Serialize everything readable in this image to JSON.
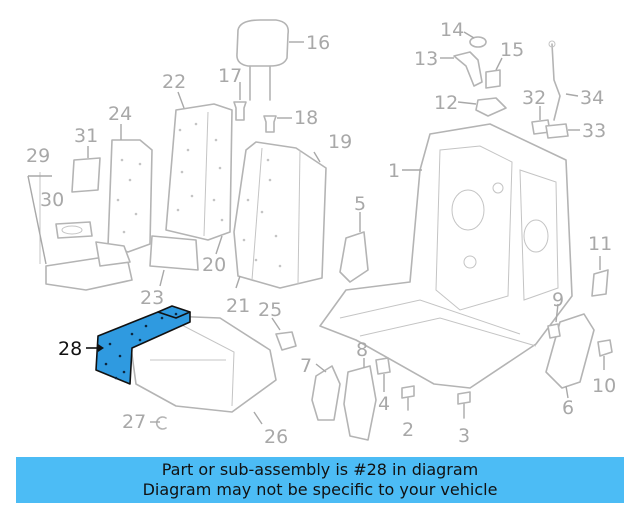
{
  "diagram": {
    "callouts": [
      "1",
      "2",
      "3",
      "4",
      "5",
      "6",
      "7",
      "8",
      "9",
      "10",
      "11",
      "12",
      "13",
      "14",
      "15",
      "16",
      "17",
      "18",
      "19",
      "20",
      "21",
      "22",
      "23",
      "24",
      "25",
      "26",
      "27",
      "28",
      "29",
      "30",
      "31",
      "32",
      "33",
      "34"
    ],
    "highlighted_part": "28",
    "highlight_color": "#2f9ae0"
  },
  "banner": {
    "line1": "Part or sub-assembly is #28 in diagram",
    "line2": "Diagram may not be specific to your vehicle",
    "background": "#4cbcf5"
  }
}
